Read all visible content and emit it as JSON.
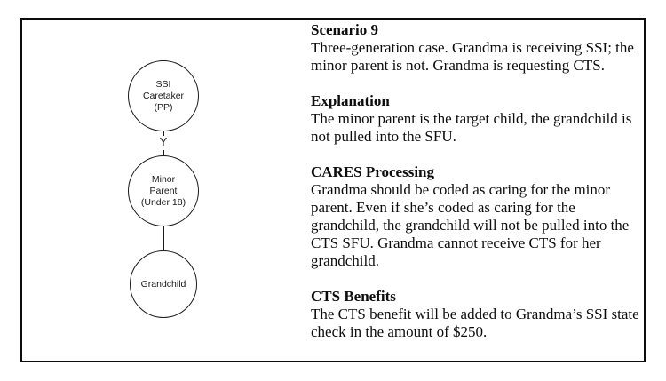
{
  "panel": {
    "background": "#ffffff",
    "border_color": "#0d0d0d",
    "ink_color": "#1a1a1a"
  },
  "diagram": {
    "nodes": [
      {
        "id": "ssi-caretaker",
        "label": "SSI\nCaretaker\n(PP)"
      },
      {
        "id": "minor-parent",
        "label": "Minor\nParent\n(Under 18)"
      },
      {
        "id": "grandchild",
        "label": "Grandchild"
      }
    ],
    "connectors": [
      {
        "from": "ssi-caretaker",
        "to": "minor-parent",
        "label": "Y",
        "style": "broken"
      },
      {
        "from": "minor-parent",
        "to": "grandchild",
        "label": "",
        "style": "solid"
      }
    ]
  },
  "sections": [
    {
      "heading": "Scenario 9",
      "body": "Three-generation case. Grandma is receiving SSI; the minor parent is not. Grandma is requesting CTS."
    },
    {
      "heading": "Explanation",
      "body": "The minor parent is the target child, the grandchild is not pulled into the SFU."
    },
    {
      "heading": "CARES Processing",
      "body": "Grandma should be coded as caring for the minor parent. Even if she’s coded as caring for the grandchild, the grandchild will not be pulled into the CTS SFU. Grandma cannot receive CTS for her grandchild."
    },
    {
      "heading": "CTS Benefits",
      "body": "The CTS benefit will be added to Grandma’s SSI state check in the amount of $250."
    }
  ]
}
